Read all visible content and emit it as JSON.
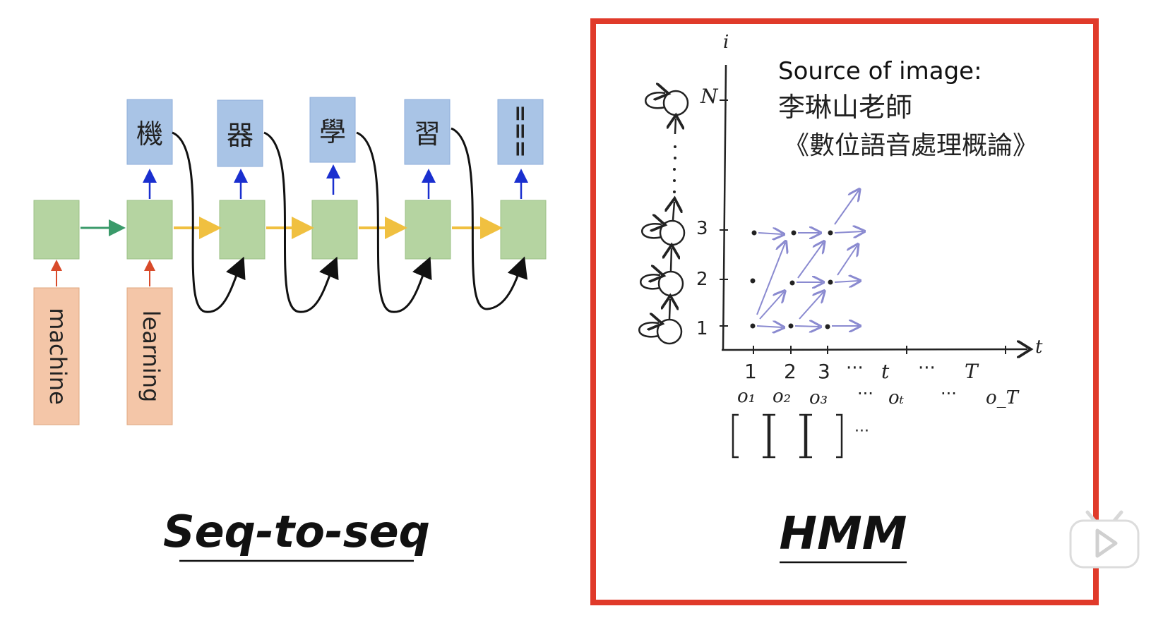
{
  "seq2seq": {
    "inputs": [
      "machine",
      "learning"
    ],
    "outputs": [
      "機",
      "器",
      "學",
      "習",
      "==="
    ],
    "title": "Seq-to-seq"
  },
  "hmm": {
    "source_label": "Source of image:",
    "source_author": "李琳山老師",
    "source_book": "《數位語音處理概論》",
    "title": "HMM",
    "y_axis_label": "i",
    "x_axis_label": "t",
    "state_labels": [
      "N",
      "3",
      "2",
      "1"
    ],
    "time_labels": [
      "1",
      "2",
      "3",
      "···",
      "t",
      "···",
      "T"
    ],
    "obs_labels": [
      "o₁",
      "o₂",
      "o₃",
      "···",
      "oₜ",
      "···",
      "o_T"
    ],
    "obs_ellipsis": "···"
  },
  "colors": {
    "frame_red": "#e03a2a",
    "input_box": "#f4c6a8",
    "hidden_box": "#b5d4a1",
    "output_box": "#a9c4e6",
    "yellow_arrow": "#f0c040",
    "green_arrow": "#3a9a6a",
    "blue_arrow": "#1a2fcf",
    "red_arrow": "#d84a2a",
    "trellis_arrow": "#8a8ad0"
  },
  "player": {
    "icon": "play-icon"
  }
}
